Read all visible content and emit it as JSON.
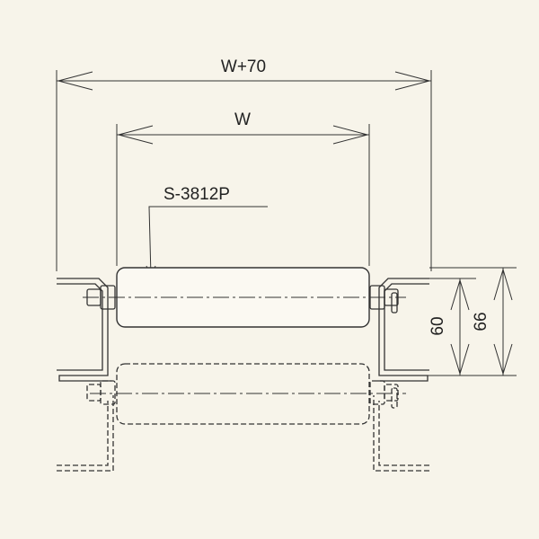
{
  "diagram": {
    "dim_overall_width": "W+70",
    "dim_roller_width": "W",
    "part_number": "S-3812P",
    "dim_inner_height": "60",
    "dim_outer_height": "66",
    "colors": {
      "background": "#f7f4ea",
      "line": "#333333"
    }
  }
}
